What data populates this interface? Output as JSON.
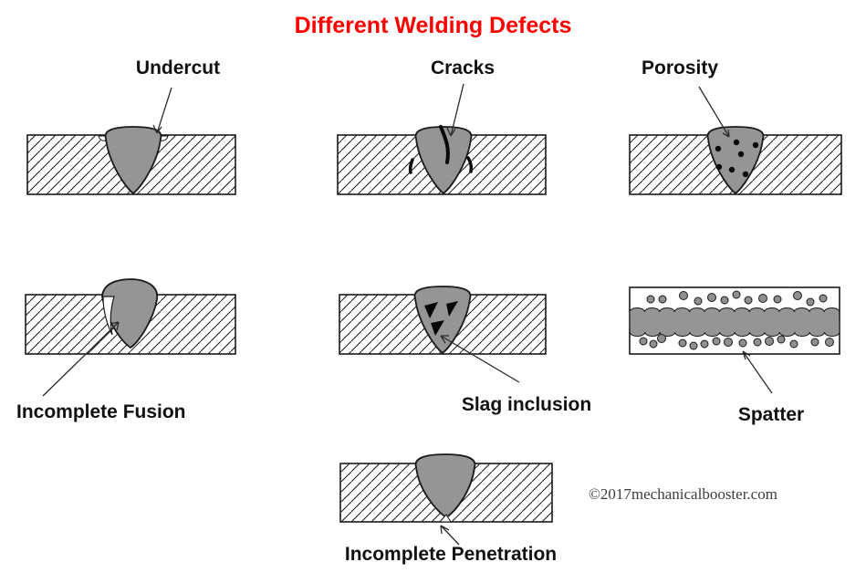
{
  "title": {
    "text": "Different Welding Defects",
    "color": "#ff0000"
  },
  "watermark": {
    "text": "©2017mechanicalbooster.com"
  },
  "colors": {
    "background": "#ffffff",
    "weld_fill": "#959595",
    "outline": "#1a1a1a",
    "defect_black": "#0a0a0a",
    "label_text": "#111111",
    "title_red": "#ff0000",
    "watermark_text": "#3d3d3d",
    "arrow": "#2b2b2b"
  },
  "defects": {
    "undercut": {
      "label": "Undercut"
    },
    "cracks": {
      "label": "Cracks"
    },
    "porosity": {
      "label": "Porosity"
    },
    "incomplete_fusion": {
      "label": "Incomplete Fusion"
    },
    "slag_inclusion": {
      "label": "Slag inclusion"
    },
    "spatter": {
      "label": "Spatter"
    },
    "incomplete_penetration": {
      "label": "Incomplete Penetration"
    }
  }
}
